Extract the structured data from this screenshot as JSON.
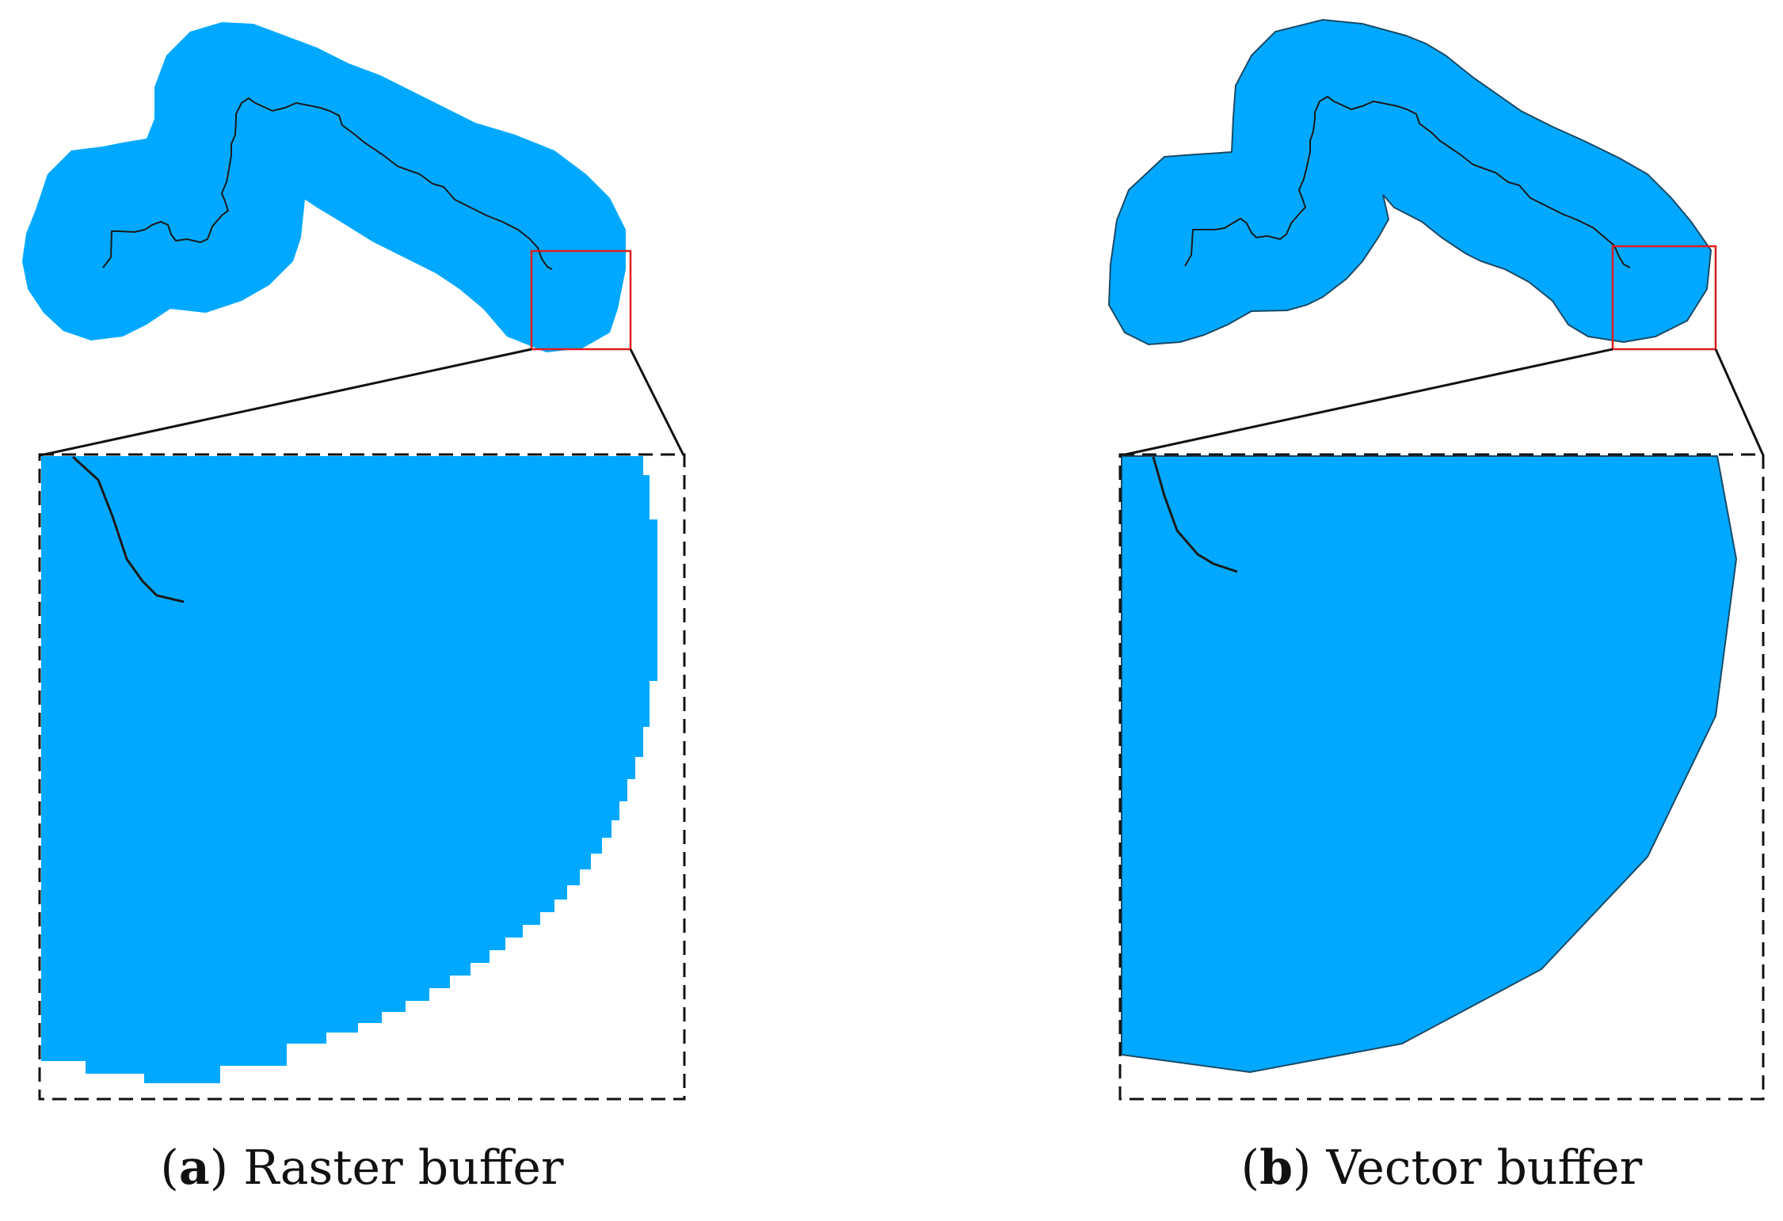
{
  "colors": {
    "buffer_fill": "#00A9FF",
    "river_line": "#1a1a1a",
    "zoom_box": "#e11d1d",
    "leader_line": "#111111",
    "inset_border": "#111111"
  },
  "panels": [
    {
      "letter": "a",
      "label": "Raster buffer",
      "style": "raster"
    },
    {
      "letter": "b",
      "label": "Vector buffer",
      "style": "vector"
    }
  ]
}
